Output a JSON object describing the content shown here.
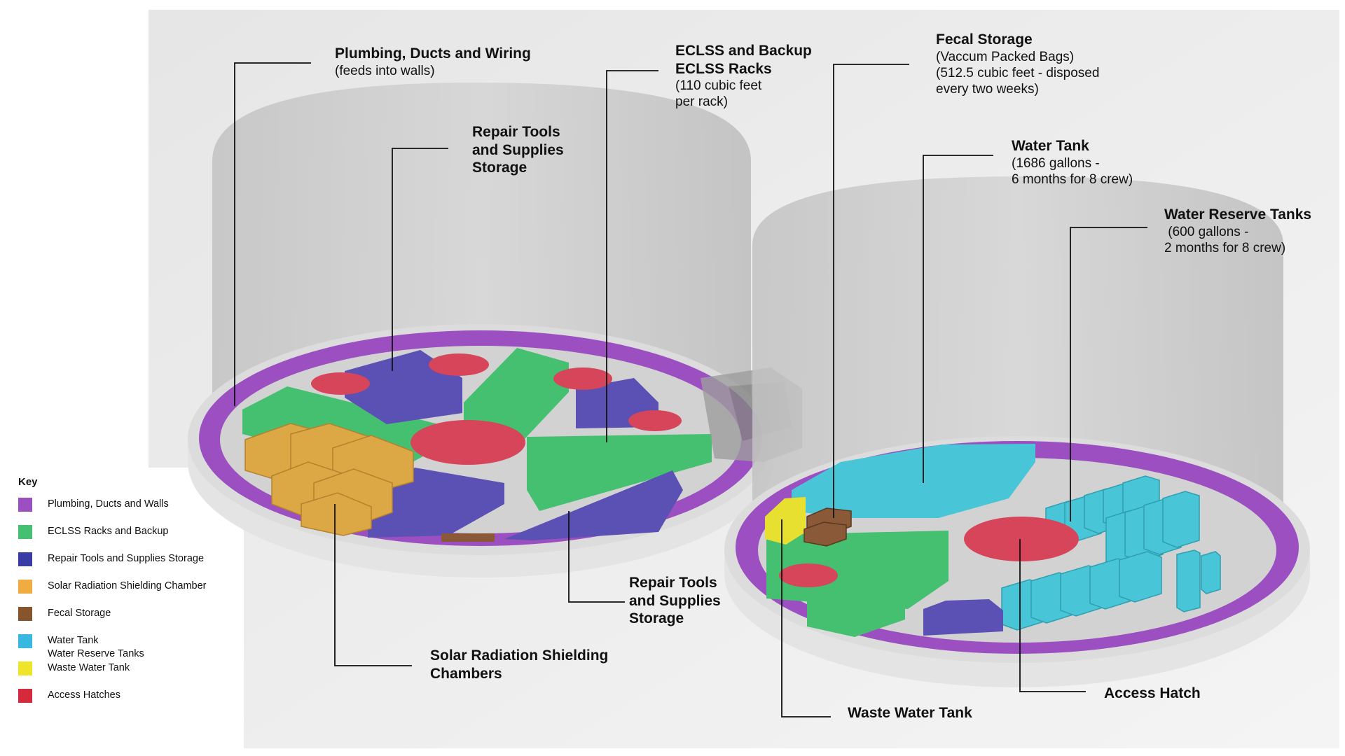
{
  "colors": {
    "plumbing": "#9b4fc0",
    "eclss": "#45c070",
    "repair": "#5b50b4",
    "solar": "#dca845",
    "fecal": "#8a5a38",
    "water": "#48c6d8",
    "waste": "#e8e030",
    "hatch": "#d6455a",
    "shell": "#cfcfcf",
    "leader": "#111111"
  },
  "labels": {
    "plumbing": {
      "title": "Plumbing, Ducts and Wiring",
      "sub": "(feeds into walls)"
    },
    "eclss": {
      "title": "ECLSS and Backup\nECLSS Racks",
      "sub": "(110 cubic feet\nper rack)"
    },
    "fecal": {
      "title": "Fecal Storage",
      "sub": "(Vaccum Packed Bags)\n(512.5 cubic feet - disposed\nevery two weeks)"
    },
    "repair_top": {
      "title": "Repair Tools\nand Supplies\nStorage"
    },
    "water_tank": {
      "title": "Water Tank",
      "sub": "(1686 gallons -\n6 months for 8 crew)"
    },
    "water_reserve": {
      "title": "Water Reserve Tanks",
      "sub": " (600 gallons -\n2 months for 8 crew)"
    },
    "repair_bottom": {
      "title": "Repair Tools\nand Supplies\nStorage"
    },
    "solar": {
      "title": "Solar Radiation Shielding\nChambers"
    },
    "access": {
      "title": "Access Hatch"
    },
    "waste": {
      "title": "Waste Water Tank"
    }
  },
  "key": {
    "title": "Key",
    "items": [
      {
        "label": "Plumbing, Ducts and Walls",
        "color": "#9b4fc0"
      },
      {
        "label": "ECLSS Racks and Backup",
        "color": "#45c070"
      },
      {
        "label": "Repair Tools and Supplies Storage",
        "color": "#3a3ca6"
      },
      {
        "label": "Solar Radiation Shielding Chamber",
        "color": "#f0ac40"
      },
      {
        "label": "Fecal Storage",
        "color": "#86552e"
      },
      {
        "label": "Water Tank\nWater Reserve Tanks",
        "color": "#38b8e0"
      },
      {
        "label": "Waste Water Tank",
        "color": "#eee52a"
      },
      {
        "label": "Access Hatches",
        "color": "#d42a3c"
      }
    ]
  }
}
